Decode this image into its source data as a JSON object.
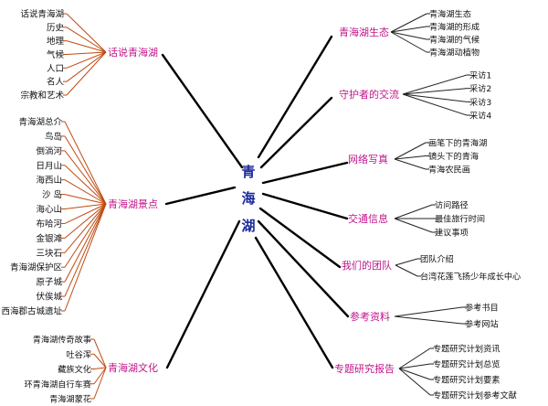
{
  "center": {
    "chars": [
      "青",
      "海",
      "湖"
    ],
    "color": "#1a2a9a"
  },
  "colors": {
    "spoke": "#000000",
    "left_connector": "#c04a10",
    "right_connector": "#222222",
    "branch_label": "#c0158a",
    "leaf_label": "#111111"
  },
  "branches": [
    {
      "id": "huashuo",
      "label": "话说青海湖",
      "side": "left",
      "items": [
        "话说青海湖",
        "历史",
        "地理",
        "气候",
        "人口",
        "名人",
        "宗教和艺术"
      ]
    },
    {
      "id": "jingdian",
      "label": "青海湖景点",
      "side": "left",
      "items": [
        "青海湖总介",
        "鸟岛",
        "倒淌河",
        "日月山",
        "海西山",
        "沙 岛",
        "海心山",
        "布哈河",
        "金银滩",
        "三块石",
        "青海湖保护区",
        "原子城",
        "伏俟城",
        "西海郡古城遗址"
      ]
    },
    {
      "id": "wenhua",
      "label": "青海湖文化",
      "side": "left",
      "items": [
        "青海湖传奇故事",
        "吐谷浑",
        "藏族文化",
        "环青海湖自行车赛",
        "青海湖蒙花"
      ]
    },
    {
      "id": "shengtai",
      "label": "青海湖生态",
      "side": "right",
      "items": [
        "青海湖生态",
        "青海湖的形成",
        "青海湖的气候",
        "青海湖动植物"
      ]
    },
    {
      "id": "shouhu",
      "label": "守护者的交流",
      "side": "right",
      "items": [
        "采访1",
        "采访2",
        "采访3",
        "采访4"
      ]
    },
    {
      "id": "wangluo",
      "label": "网络写真",
      "side": "right",
      "items": [
        "画笔下的青海湖",
        "镜头下的青海",
        "青海农民画"
      ]
    },
    {
      "id": "jiaotong",
      "label": "交通信息",
      "side": "right",
      "items": [
        "访问路径",
        "最佳旅行时间",
        "建议事项"
      ]
    },
    {
      "id": "tuandui",
      "label": "我们的团队",
      "side": "right",
      "items": [
        "团队介绍",
        "台湾花莲飞扬少年成长中心"
      ]
    },
    {
      "id": "cankao",
      "label": "参考资料",
      "side": "right",
      "items": [
        "参考书目",
        "参考网站"
      ]
    },
    {
      "id": "zhuanti",
      "label": "专题研究报告",
      "side": "right",
      "items": [
        "专题研究计划资讯",
        "专题研究计划总览",
        "专题研究计划要素",
        "专题研究计划参考文献"
      ]
    }
  ]
}
